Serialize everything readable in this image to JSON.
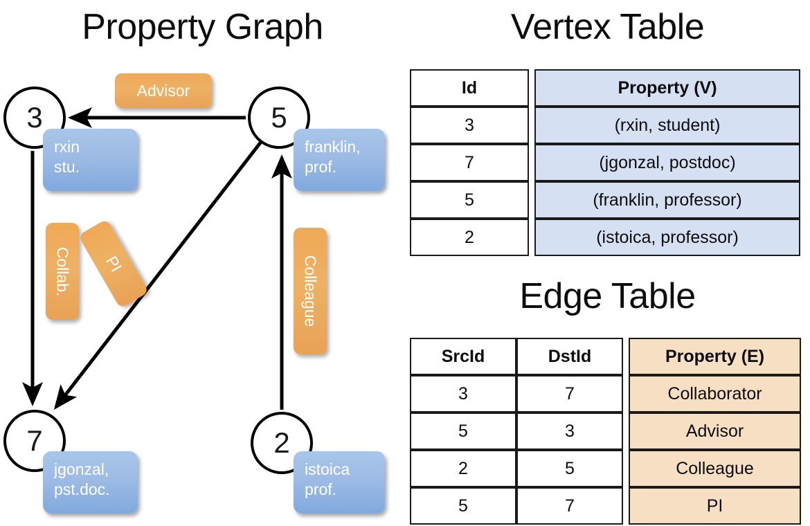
{
  "titles": {
    "property_graph": "Property Graph",
    "vertex_table": "Vertex Table",
    "edge_table": "Edge Table"
  },
  "colors": {
    "vertex_property_fill": "#d5e0f2",
    "edge_property_fill": "#f7dfc4",
    "node_box_blue": "#9dbbe4",
    "edge_label_orange": "#eeb164",
    "stroke": "#000000"
  },
  "graph": {
    "nodes": [
      {
        "id": "3",
        "name": "node-3",
        "label": "3",
        "property": "rxin\nstu."
      },
      {
        "id": "5",
        "name": "node-5",
        "label": "5",
        "property": "franklin,\nprof."
      },
      {
        "id": "7",
        "name": "node-7",
        "label": "7",
        "property": "jgonzal,\npst.doc."
      },
      {
        "id": "2",
        "name": "node-2",
        "label": "2",
        "property": "istoica\nprof."
      }
    ],
    "edge_labels": [
      {
        "name": "label-advisor",
        "text": "Advisor",
        "src": "5",
        "dst": "3"
      },
      {
        "name": "label-collab",
        "text": "Collab.",
        "src": "3",
        "dst": "7"
      },
      {
        "name": "label-pi",
        "text": "PI",
        "src": "5",
        "dst": "7"
      },
      {
        "name": "label-colleague",
        "text": "Colleague",
        "src": "2",
        "dst": "5"
      }
    ]
  },
  "vertex_table": {
    "headers": [
      "Id",
      "Property (V)"
    ],
    "rows": [
      {
        "id": "3",
        "property": "(rxin, student)"
      },
      {
        "id": "7",
        "property": "(jgonzal, postdoc)"
      },
      {
        "id": "5",
        "property": "(franklin, professor)"
      },
      {
        "id": "2",
        "property": "(istoica, professor)"
      }
    ]
  },
  "edge_table": {
    "headers": [
      "SrcId",
      "DstId",
      "Property (E)"
    ],
    "rows": [
      {
        "src": "3",
        "dst": "7",
        "property": "Collaborator"
      },
      {
        "src": "5",
        "dst": "3",
        "property": "Advisor"
      },
      {
        "src": "2",
        "dst": "5",
        "property": "Colleague"
      },
      {
        "src": "5",
        "dst": "7",
        "property": "PI"
      }
    ]
  }
}
